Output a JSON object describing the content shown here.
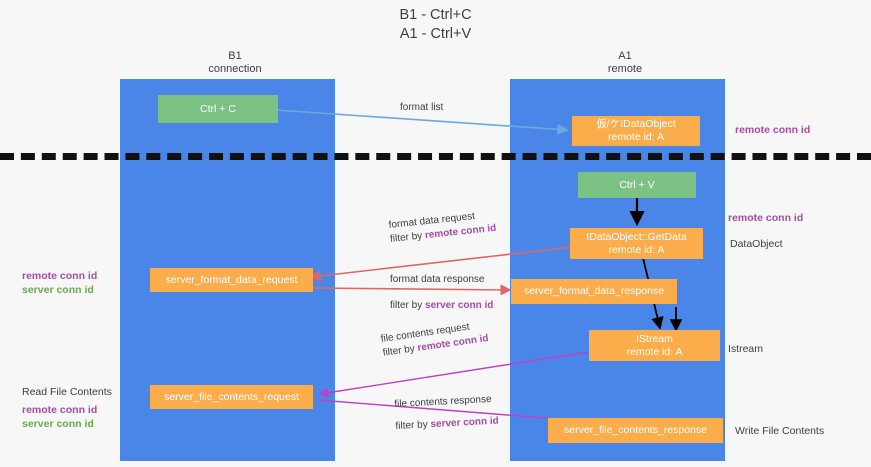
{
  "title": {
    "line1": "B1 - Ctrl+C",
    "line2": "A1 - Ctrl+V"
  },
  "columns": [
    {
      "name": "B1",
      "sub": "connection"
    },
    {
      "name": "A1",
      "sub": "remote"
    }
  ],
  "colors": {
    "lane": "#4a86e8",
    "green_box": "#7cc285",
    "orange_box": "#fbad4b",
    "purple_text": "#a64ca6",
    "green_text": "#6aa84f",
    "arrow_blue": "#6fa8dc",
    "arrow_black": "#000000",
    "arrow_red": "#e06666",
    "arrow_magenta": "#c23fc2",
    "divider": "#111111"
  },
  "boxes": {
    "ctrl_c": {
      "line1": "Ctrl + C",
      "line2": ""
    },
    "idataobject": {
      "line1": "仮/ケIDataObject",
      "line2": "remote id: A"
    },
    "ctrl_v": {
      "line1": "Ctrl + V",
      "line2": ""
    },
    "getdata": {
      "line1": "IDataObject::GetData",
      "line2": "remote id: A"
    },
    "server_format_data_request": {
      "line1": "server_format_data_request",
      "line2": ""
    },
    "server_format_data_response": {
      "line1": "server_format_data_response",
      "line2": ""
    },
    "istream": {
      "line1": "IStream",
      "line2": "remote id: A"
    },
    "server_file_contents_request": {
      "line1": "server_file_contents_request",
      "line2": ""
    },
    "server_file_contents_response": {
      "line1": "server_file_contents_response",
      "line2": ""
    }
  },
  "right_labels": {
    "remote_conn_id_top": "remote conn id",
    "remote_conn_id_mid": "remote conn id",
    "dataobject": "DataObject",
    "istream": "Istream",
    "write_file_contents": "Write File Contents"
  },
  "left_labels": {
    "remote_conn_id": "remote conn id",
    "server_conn_id": "server conn id",
    "read_file_contents": "Read File Contents",
    "remote_conn_id_2": "remote conn id",
    "server_conn_id_2": "server conn id"
  },
  "edge_labels": {
    "format_list": "format list",
    "format_data_request": "format data request",
    "format_data_request_filter_prefix": "filter by ",
    "format_data_request_filter_key": "remote conn id",
    "format_data_response": "format data response",
    "format_data_response_filter_prefix": "filter by ",
    "format_data_response_filter_key": "server conn id",
    "file_contents_request": "file contents request",
    "file_contents_request_filter_prefix": "filter by ",
    "file_contents_request_filter_key": "remote conn id",
    "file_contents_response": "file contents response",
    "file_contents_response_filter_prefix": "filter by ",
    "file_contents_response_filter_key": "server conn id"
  }
}
